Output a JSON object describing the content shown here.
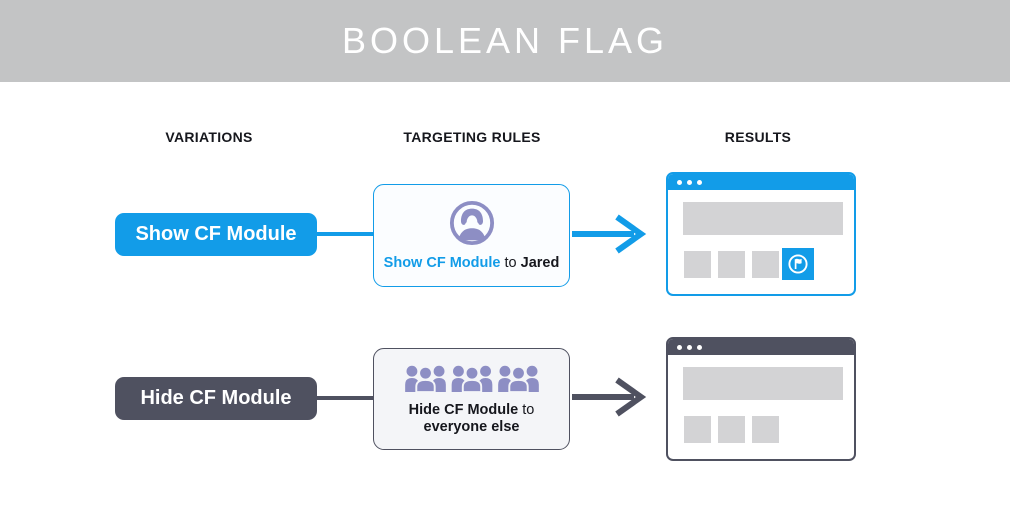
{
  "title": "BOOLEAN FLAG",
  "columns": [
    {
      "label": "VARIATIONS"
    },
    {
      "label": "TARGETING RULES"
    },
    {
      "label": "RESULTS"
    }
  ],
  "rows": [
    {
      "variation": "Show CF Module",
      "rule": {
        "emphasis": "Show CF Module",
        "connector": "to",
        "target": "Jared"
      },
      "rule_icon": "user-circle-icon",
      "result": "browser window with CF module tile"
    },
    {
      "variation": "Hide CF Module",
      "rule": {
        "emphasis": "Hide CF Module",
        "connector": "to",
        "target": "everyone else"
      },
      "rule_icon": "crowd-icon",
      "result": "browser window without CF module tile"
    }
  ],
  "icons": [
    "user-circle-icon",
    "crowd-icon",
    "flag-circle-icon",
    "window-dots-icon",
    "arrow-right-icon"
  ],
  "colors": {
    "accent_blue": "#129CE8",
    "dark_slate": "#4F5160",
    "icon_purple": "#8D8EC4",
    "header_gray": "#C3C4C5",
    "placeholder_gray": "#D3D3D5",
    "rule_box_bg": "#F4F5F8",
    "rule_box_blue_bg": "#FBFDFF"
  }
}
